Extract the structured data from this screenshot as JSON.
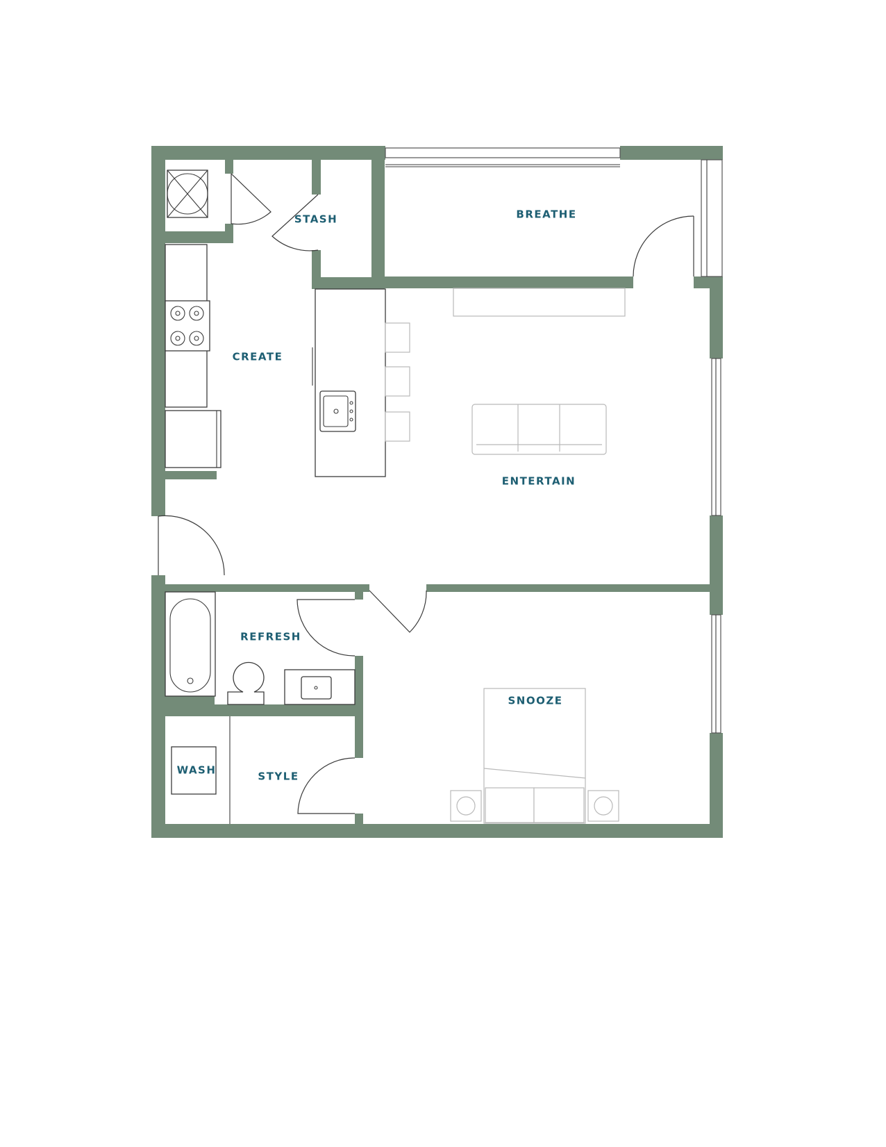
{
  "floorplan": {
    "colors": {
      "wall": "#738b78",
      "label": "#1d5e72",
      "fixture": "#3b3b3b",
      "furniture": "#b9b9b9"
    },
    "rooms": {
      "breathe": "BREATHE",
      "stash": "STASH",
      "create": "CREATE",
      "entertain": "ENTERTAIN",
      "refresh": "REFRESH",
      "snooze": "SNOOZE",
      "wash": "WASH",
      "style": "STYLE"
    }
  }
}
